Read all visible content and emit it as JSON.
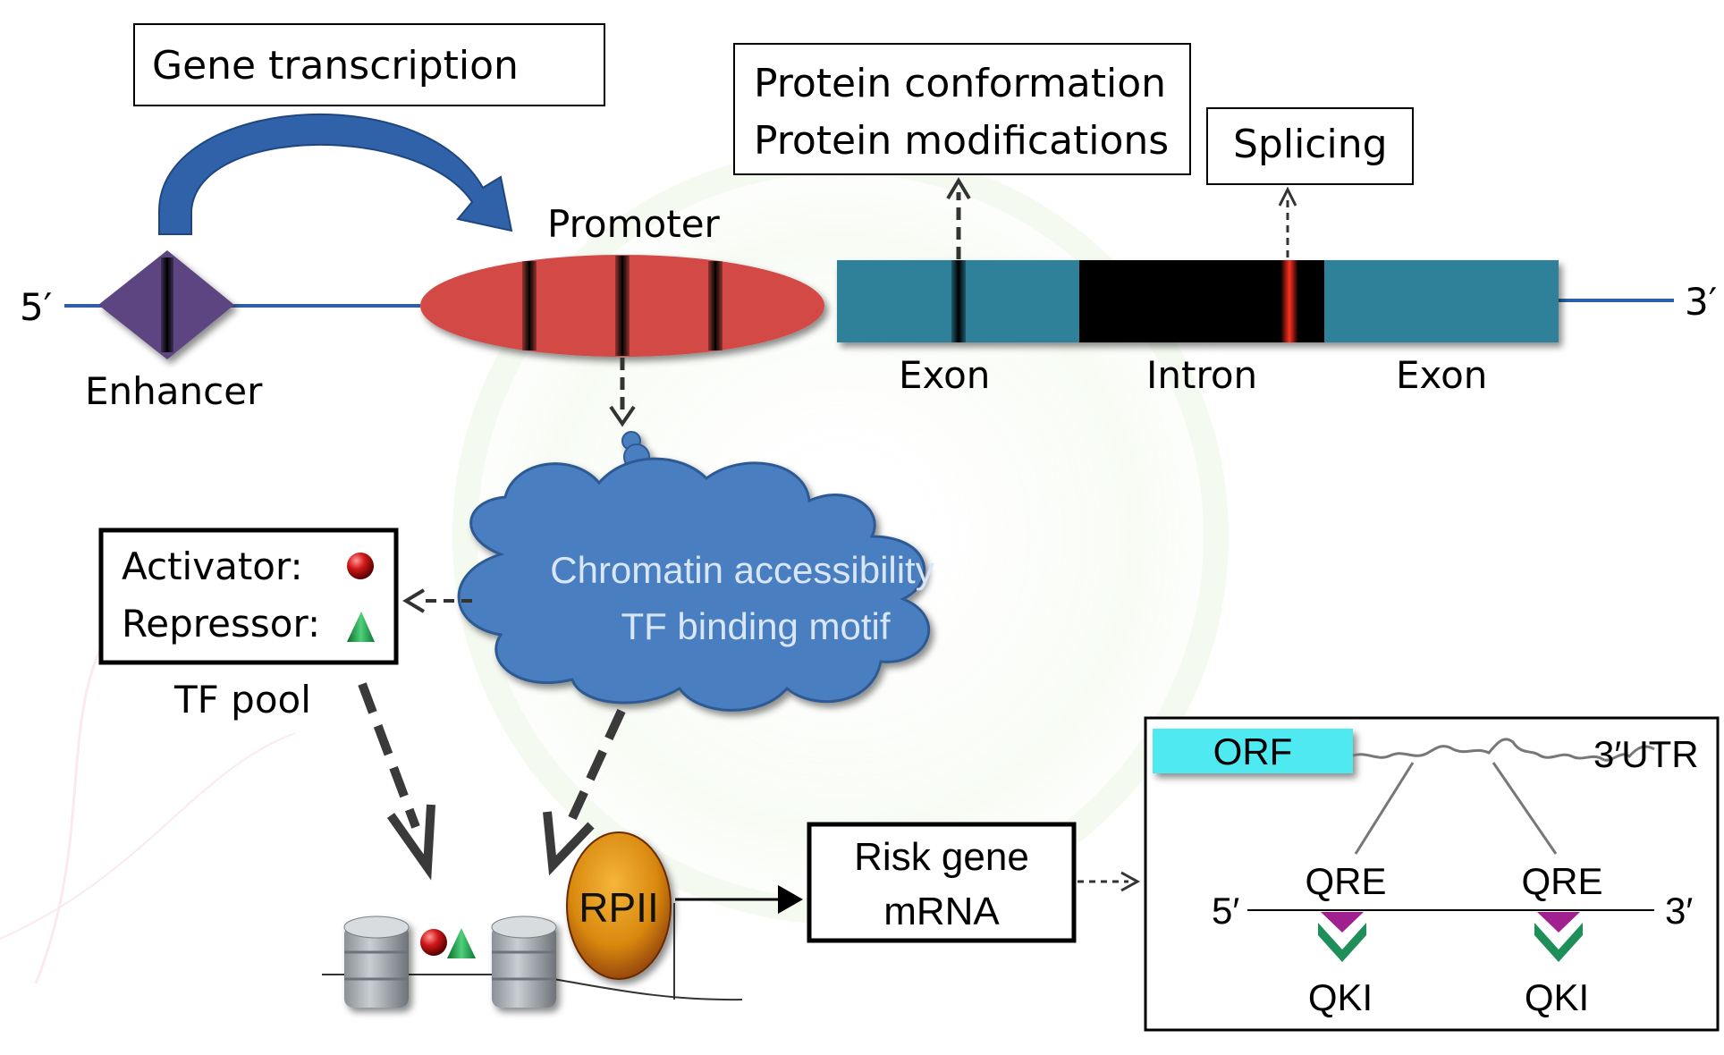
{
  "labels": {
    "gene_transcription": "Gene transcription",
    "protein_conformation": "Protein conformation",
    "protein_modifications": "Protein modifications",
    "splicing": "Splicing",
    "promoter": "Promoter",
    "five_prime": "5′",
    "three_prime": "3′",
    "enhancer": "Enhancer",
    "exon_left": "Exon",
    "intron": "Intron",
    "exon_right": "Exon",
    "cloud_line1": "Chromatin accessibility",
    "cloud_line2": "TF binding motif",
    "activator": "Activator:",
    "repressor": "Repressor:",
    "tf_pool": "TF pool",
    "rpii": "RPII",
    "risk_gene_line1": "Risk gene",
    "risk_gene_line2": "mRNA",
    "orf": "ORF",
    "utr": "3′UTR",
    "qre_left": "QRE",
    "qre_right": "QRE",
    "inset_five_prime": "5′",
    "inset_three_prime": "3′",
    "qki_left": "QKI",
    "qki_right": "QKI"
  },
  "colors": {
    "backbone_line": "#2f5fa8",
    "enhancer": "#5b4580",
    "promoter": "#d24a45",
    "exon": "#2e8198",
    "intron": "#000000",
    "splice_mark": "#ff3322",
    "cloud": "#4a7fc0",
    "cloud_text": "#d9e6f7",
    "arrow_blue": "#2f62a8",
    "orf": "#4fe9f1",
    "rpii_outer": "#c9770a",
    "qre_marker": "#a0208f",
    "qki_marker": "#1f8f5a",
    "activator": "#c41010",
    "repressor": "#138a3a"
  }
}
